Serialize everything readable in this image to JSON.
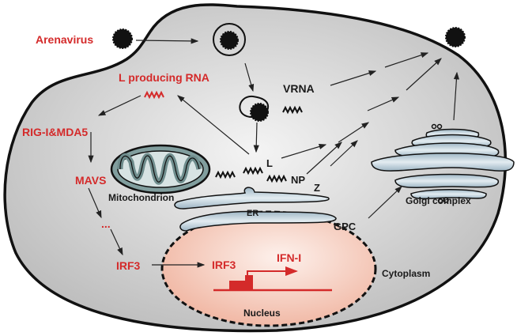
{
  "title": "Arenavirus infection and IFN-I signaling",
  "labels": {
    "arenavirus": "Arenavirus",
    "l_producing_rna": "L producing RNA",
    "rig_mda5": "RIG-I&MDA5",
    "mavs": "MAVS",
    "ellipsis": "...",
    "irf3_cyto": "IRF3",
    "irf3_nuc": "IRF3",
    "ifn": "IFN-I",
    "nucleus": "Nucleus",
    "cytoplasm": "Cytoplasm",
    "vrna": "VRNA",
    "l": "L",
    "np": "NP",
    "z": "Z",
    "er": "ER",
    "gpc": "GPC",
    "mitochondrion": "Mitochondrion",
    "golgi": "Golgi complex"
  },
  "colors": {
    "red": "#d42a2a",
    "cell_fill": "#d9d9d9",
    "nucleus_fill": "#f6cfc0",
    "organelle": "#a9bfcc",
    "mito": "#7e9a9a"
  }
}
